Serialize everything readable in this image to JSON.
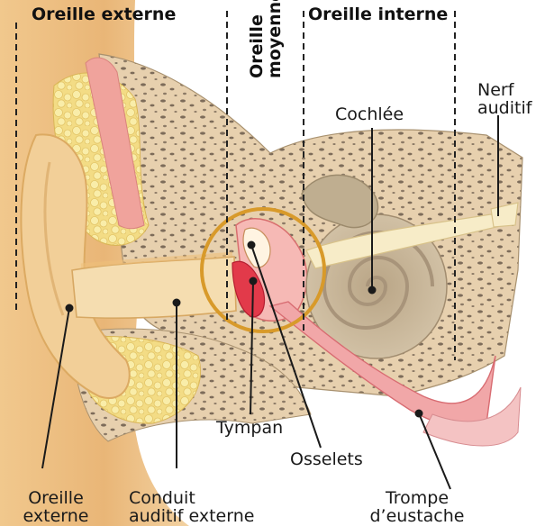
{
  "sections": {
    "outer": "Oreille externe",
    "middle_line1": "Oreille",
    "middle_line2": "moyenne",
    "inner": "Oreille interne"
  },
  "labels": {
    "nerf_line1": "Nerf",
    "nerf_line2": "auditif",
    "cochlee": "Cochlée",
    "tympan": "Tympan",
    "osselets": "Osselets",
    "oreille_ext_line1": "Oreille",
    "oreille_ext_line2": "externe",
    "conduit_line1": "Conduit",
    "conduit_line2": "auditif externe",
    "trompe_line1": "Trompe",
    "trompe_line2": "d’eustache"
  },
  "colors": {
    "skin": "#f3cf9a",
    "skin_dark": "#e2ad6c",
    "bone": "#e9d3b4",
    "bone_pore": "#8a7b6a",
    "fat": "#f6e79a",
    "muscle": "#f2a6a0",
    "eardrum": "#e23a4a",
    "magnifier": "#d89a2a",
    "cochlea": "#c7b59a"
  }
}
